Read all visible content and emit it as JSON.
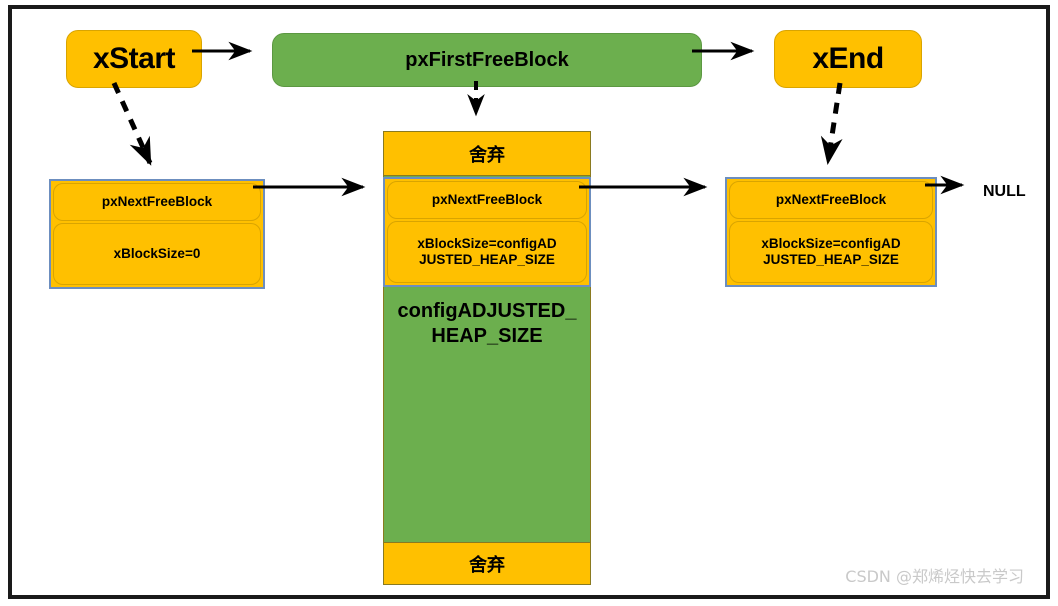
{
  "diagram": {
    "title": "FreeRTOS heap_4 initial free block list",
    "colors": {
      "orange": "#FFC000",
      "orange_border": "#D9A400",
      "green": "#6CAF4E",
      "green_border": "#5C9842",
      "struct_border": "#6C8EBF",
      "arrow": "#000000",
      "frame": "#1a1a1a",
      "watermark": "#c9c9c9"
    },
    "top_row": {
      "x_start": "xStart",
      "px_first_free_block": "pxFirstFreeBlock",
      "x_end": "xEnd"
    },
    "start_block": {
      "next_field": "pxNextFreeBlock",
      "size_field": "xBlockSize=0"
    },
    "heap_column": {
      "top_band": "舍弃",
      "bottom_band": "舍弃",
      "body_label": "configADJUSTED_\nHEAP_SIZE",
      "next_field": "pxNextFreeBlock",
      "size_field": "xBlockSize=configAD\nJUSTED_HEAP_SIZE"
    },
    "end_block": {
      "next_field": "pxNextFreeBlock",
      "size_field": "xBlockSize=configAD\nJUSTED_HEAP_SIZE"
    },
    "null_label": "NULL",
    "watermark": "CSDN @郑烯烃快去学习"
  }
}
